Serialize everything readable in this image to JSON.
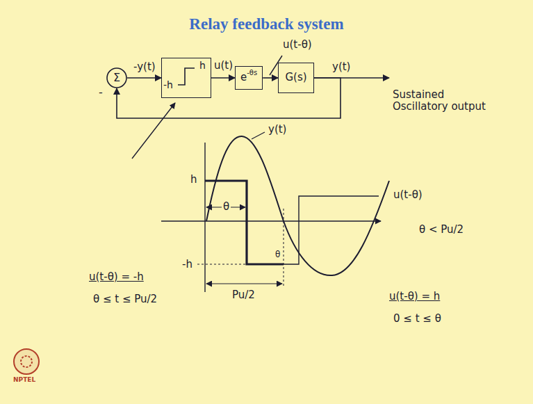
{
  "diagram": {
    "title": "Relay feedback system",
    "nodes": [
      {
        "text": [
          "Σ"
        ]
      },
      {
        "text": [
          "h",
          "-h"
        ]
      },
      {
        "text": [
          "e",
          "-θs"
        ]
      },
      {
        "text": [
          "G(s)"
        ]
      }
    ],
    "edges": [
      {
        "from": 0,
        "to": 1,
        "arrow": "to",
        "label": "-y(t)"
      },
      {
        "from": 1,
        "to": 2,
        "arrow": "to",
        "label": "u(t)"
      },
      {
        "from": 2,
        "to": 3,
        "arrow": "to",
        "label": "u(t-θ)"
      },
      {
        "from": 3,
        "to": 0,
        "arrow": "to"
      }
    ],
    "labels": [
      "-",
      "y(t)",
      "Sustained Oscillatory output",
      "y(t)",
      "u(t-θ)",
      "h",
      "-h",
      "θ",
      "θ",
      "Pu/2",
      "θ < Pu/2",
      "u(t-θ) = -h",
      "θ ≤ t ≤ Pu/2",
      "u(t-θ) = h",
      "0 ≤ t ≤ θ",
      "NPTEL"
    ]
  }
}
